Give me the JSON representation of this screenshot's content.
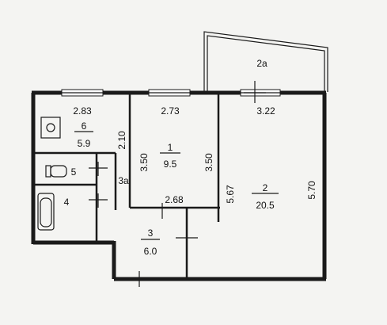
{
  "rooms": [
    {
      "id": "6",
      "area": "5.9"
    },
    {
      "id": "1",
      "area": "9.5"
    },
    {
      "id": "2",
      "area": "20.5"
    },
    {
      "id": "3",
      "area": "6.0"
    },
    {
      "id": "4",
      "area": ""
    },
    {
      "id": "5",
      "area": ""
    },
    {
      "id": "3a",
      "area": ""
    },
    {
      "id": "2a",
      "area": ""
    }
  ],
  "dimensions": {
    "room6_width": "2.83",
    "room1_width": "2.73",
    "balcony_width": "3.22",
    "room6_depth": "2.10",
    "room1_left": "3.50",
    "room1_right": "3.50",
    "room2_left": "5.67",
    "room2_right": "5.70",
    "corridor": "2.68"
  }
}
